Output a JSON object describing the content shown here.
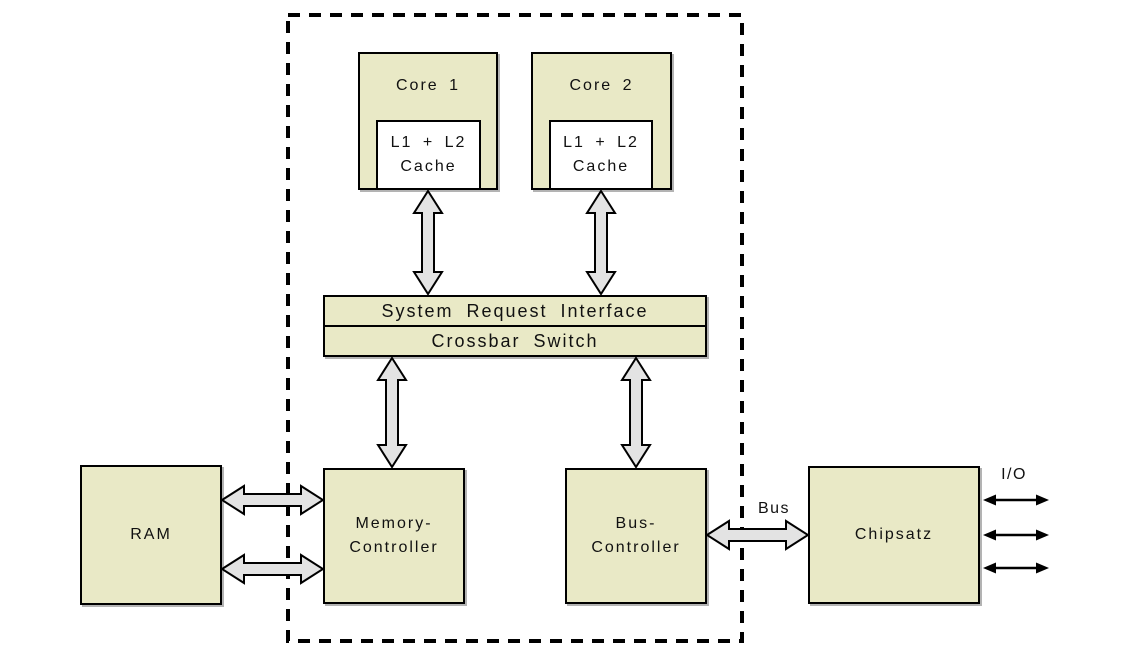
{
  "diagram": {
    "type": "block-diagram",
    "subject": "Dual-core CPU architecture",
    "colors": {
      "background": "#ffffff",
      "node_fill": "#e9e9c6",
      "cache_fill": "#ffffff",
      "arrow_fill": "#e3e3e3",
      "line": "#000000",
      "shadow": "#b3b3b3"
    },
    "nodes": {
      "core1": {
        "label": "Core 1"
      },
      "core2": {
        "label": "Core 2"
      },
      "cache1": {
        "lines": [
          "L1 + L2",
          "Cache"
        ]
      },
      "cache2": {
        "lines": [
          "L1 + L2",
          "Cache"
        ]
      },
      "sri": {
        "label": "System Request Interface"
      },
      "crossbar": {
        "label": "Crossbar Switch"
      },
      "memctrl": {
        "lines": [
          "Memory-",
          "Controller"
        ]
      },
      "busctrl": {
        "lines": [
          "Bus-",
          "Controller"
        ]
      },
      "ram": {
        "label": "RAM"
      },
      "chipset": {
        "label": "Chipsatz"
      }
    },
    "labels": {
      "bus": "Bus",
      "io": "I/O"
    },
    "edges": [
      {
        "from": "cache1",
        "to": "sri",
        "style": "block-double-arrow",
        "direction": "bidirectional"
      },
      {
        "from": "cache2",
        "to": "sri",
        "style": "block-double-arrow",
        "direction": "bidirectional"
      },
      {
        "from": "crossbar",
        "to": "memctrl",
        "style": "block-double-arrow",
        "direction": "bidirectional"
      },
      {
        "from": "crossbar",
        "to": "busctrl",
        "style": "block-double-arrow",
        "direction": "bidirectional"
      },
      {
        "from": "ram",
        "to": "memctrl",
        "style": "block-double-arrow",
        "direction": "bidirectional",
        "count": 2
      },
      {
        "from": "busctrl",
        "to": "chipset",
        "style": "block-double-arrow",
        "direction": "bidirectional",
        "label": "Bus"
      },
      {
        "from": "chipset",
        "to": "io",
        "style": "thin-double-arrow",
        "direction": "bidirectional",
        "count": 3,
        "label": "I/O"
      }
    ],
    "boundary": {
      "encloses": [
        "core1",
        "core2",
        "cache1",
        "cache2",
        "sri",
        "crossbar",
        "memctrl",
        "busctrl"
      ],
      "style": "dashed"
    }
  }
}
